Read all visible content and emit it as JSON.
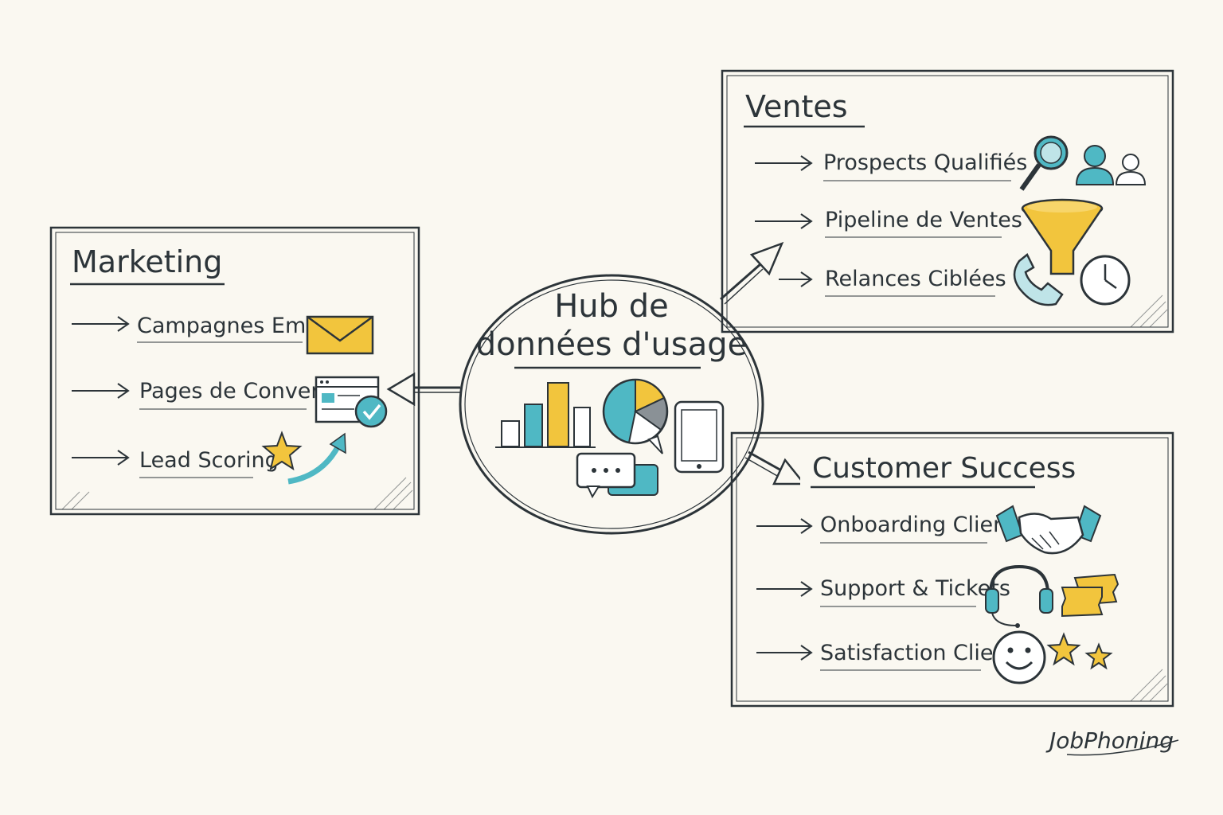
{
  "hub": {
    "title_line1": "Hub de",
    "title_line2": "données d'usage"
  },
  "marketing": {
    "title": "Marketing",
    "items": [
      {
        "label": "Campagnes Email",
        "icon": "envelope-icon"
      },
      {
        "label": "Pages de Conversion",
        "icon": "browser-check-icon"
      },
      {
        "label": "Lead Scoring",
        "icon": "star-arrow-icon"
      }
    ]
  },
  "ventes": {
    "title": "Ventes",
    "items": [
      {
        "label": "Prospects Qualifiés",
        "icon": "magnifier-users-icon"
      },
      {
        "label": "Pipeline de Ventes",
        "icon": "funnel-icon"
      },
      {
        "label": "Relances Ciblées",
        "icon": "phone-clock-icon"
      }
    ]
  },
  "customer_success": {
    "title": "Customer Success",
    "items": [
      {
        "label": "Onboarding Clients",
        "icon": "handshake-icon"
      },
      {
        "label": "Support & Tickets",
        "icon": "headset-tickets-icon"
      },
      {
        "label": "Satisfaction Clients",
        "icon": "smiley-stars-icon"
      }
    ]
  },
  "brand": "JobPhoning",
  "colors": {
    "ink": "#2c3439",
    "yellow": "#f2c53d",
    "teal": "#4fb8c4",
    "background": "#faf8f1"
  }
}
